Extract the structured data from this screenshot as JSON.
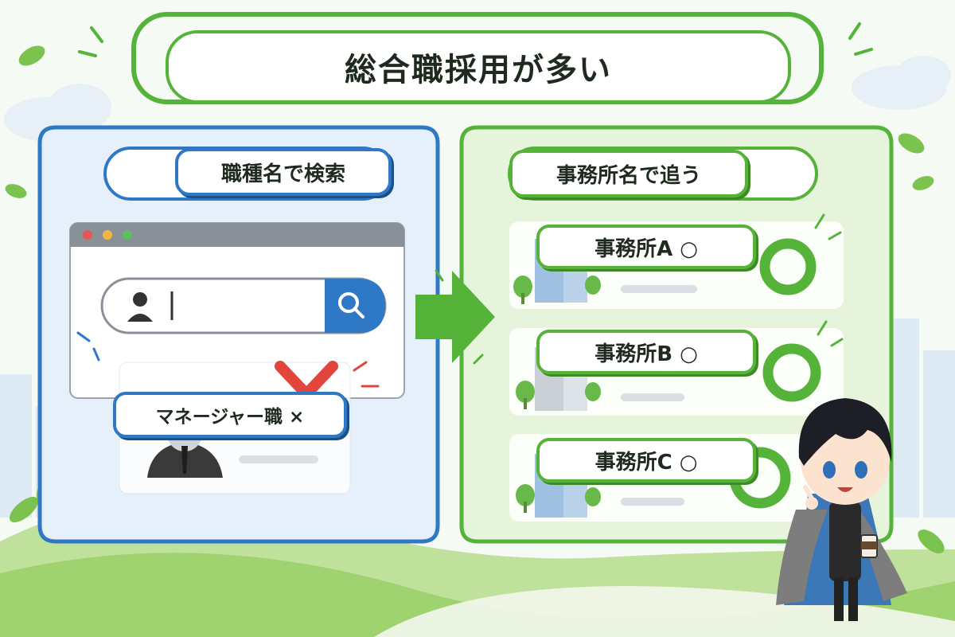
{
  "title": "総合職採用が多い",
  "left_panel": {
    "header": "職種名で検索",
    "search": {
      "value": "",
      "search_icon": "magnifier-icon",
      "user_icon": "person-icon"
    },
    "result_label": "マネージャー職 ×",
    "window_dots": [
      "#e35757",
      "#f2b63b",
      "#5cc05c"
    ]
  },
  "right_panel": {
    "header": "事務所名で追う",
    "offices": [
      {
        "label": "事務所A ○"
      },
      {
        "label": "事務所B ○"
      },
      {
        "label": "事務所C ○"
      }
    ]
  },
  "colors": {
    "green": "#56b33a",
    "green_light": "#e6f4dc",
    "blue": "#2f78c6",
    "blue_light": "#e6f0fa",
    "red": "#e2453b"
  }
}
